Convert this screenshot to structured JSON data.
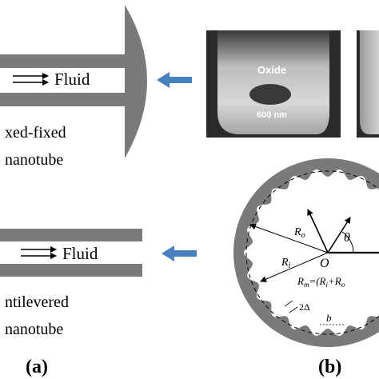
{
  "top_schematic": {
    "flow_label": "Fluid",
    "caption_line1": "xed-fixed",
    "caption_line2": "nanotube"
  },
  "bottom_schematic": {
    "flow_label": "Fluid",
    "caption_line1": "ntilevered",
    "caption_line2": "nanotube"
  },
  "micrograph": {
    "material_label": "Oxide",
    "scale_label": "600 nm"
  },
  "cross_section": {
    "label_ro": "R",
    "label_ro_sub": "o",
    "label_ri": "R",
    "label_ri_sub": "i",
    "label_theta": "θ",
    "label_center": "O",
    "label_rm": "R",
    "label_rm_sub": "m",
    "label_rm_eq": "=(R",
    "label_rm_eq_sub": "i",
    "label_rm_plus": "+R",
    "label_rm_plus_sub": "o",
    "label_delta": "2Δ",
    "label_b": "b"
  },
  "panel_labels": {
    "a": "(a)",
    "b": "(b)"
  },
  "colors": {
    "tube_gray": "#7a7a7a",
    "arrow_blue": "#4a7fbf",
    "photo_dark": "#2a2a2a",
    "photo_light": "#cfcfcf"
  }
}
